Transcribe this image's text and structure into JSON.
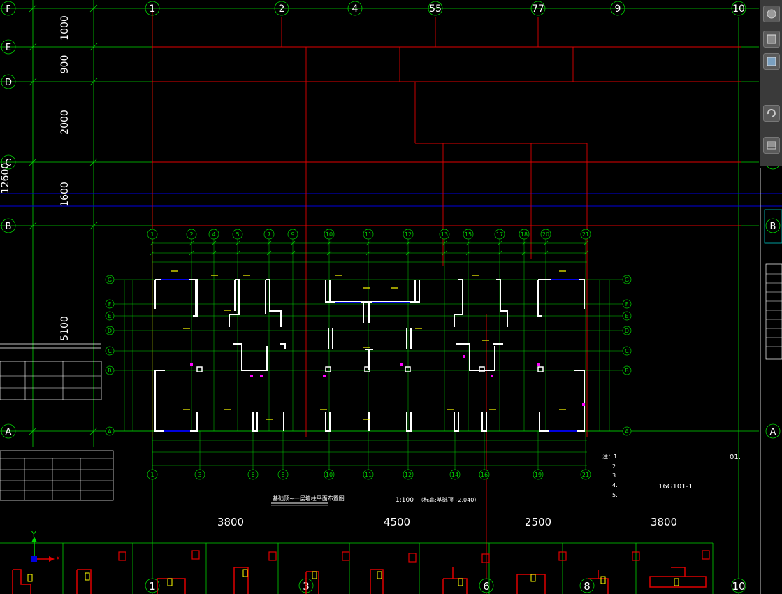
{
  "colors": {
    "green": "#00d400",
    "red": "#e00000",
    "blue": "#0000e0",
    "white": "#ffffff",
    "yellow": "#ffff00",
    "magenta": "#ff00ff",
    "cyan": "#00e0e0"
  },
  "outer_grid": {
    "col_labels": [
      "1",
      "2",
      "4",
      "55",
      "77",
      "9",
      "10"
    ],
    "row_labels": [
      "F",
      "E",
      "D",
      "C",
      "B",
      "A"
    ],
    "left_dims": [
      "1000",
      "900",
      "2000",
      "1600",
      "5100"
    ],
    "left_extra": "12600",
    "bottom_dims": [
      "3800",
      "4500",
      "2500",
      "3800"
    ],
    "bottom_axis_labels": [
      "1",
      "3",
      "6",
      "8",
      "10"
    ]
  },
  "inner_plan": {
    "top_axes": [
      "1",
      "2",
      "4",
      "5",
      "7",
      "9",
      "10",
      "11",
      "12",
      "13",
      "15",
      "17",
      "18",
      "20",
      "21"
    ],
    "bottom_axes": [
      "1",
      "3",
      "6",
      "8",
      "10",
      "11",
      "12",
      "14",
      "16",
      "19",
      "21"
    ],
    "side_axes": [
      "G",
      "F",
      "E",
      "D",
      "C",
      "B",
      "A"
    ],
    "title": "基础顶~一层墙柱平面布置图",
    "scale": "1:100",
    "elevation": "（标高:基础顶~2.040）"
  },
  "notes": {
    "lines": [
      "注：1.",
      "2.",
      "3.",
      "4.",
      "5."
    ],
    "ref": "16G101-1",
    "code": "01."
  },
  "ucs": {
    "y": "Y",
    "x": "X"
  },
  "nav": [
    "pan-icon",
    "zoom-icon",
    "orbit-icon",
    "rotate-icon",
    "showmotion-icon"
  ]
}
